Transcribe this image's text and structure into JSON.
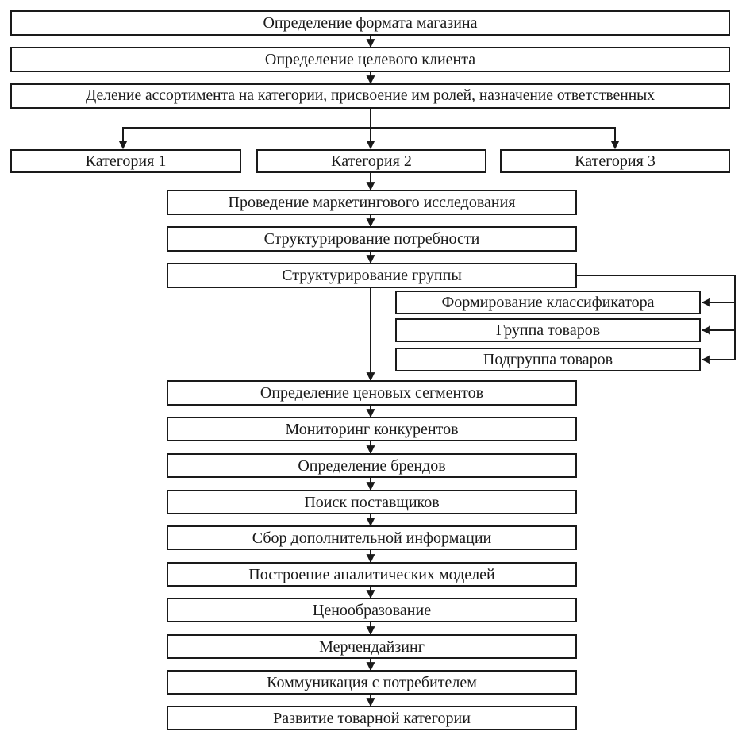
{
  "diagram": {
    "top_steps": [
      "Определение формата магазина",
      "Определение целевого клиента",
      "Деление ассортимента на категории, присвоение им ролей, назначение ответственных"
    ],
    "categories": [
      "Категория 1",
      "Категория 2",
      "Категория 3"
    ],
    "steps_before_branch": [
      "Проведение маркетингового исследования",
      "Структурирование потребности",
      "Структурирование группы"
    ],
    "branch_items": [
      "Формирование классификатора",
      "Группа товаров",
      "Подгруппа товаров"
    ],
    "steps_after_branch": [
      "Определение ценовых сегментов",
      "Мониторинг конкурентов",
      "Определение брендов",
      "Поиск поставщиков",
      "Сбор дополнительной информации",
      "Построение аналитических моделей",
      "Ценообразование",
      "Мерчендайзинг",
      "Коммуникация с потребителем",
      "Развитие товарной категории"
    ]
  }
}
